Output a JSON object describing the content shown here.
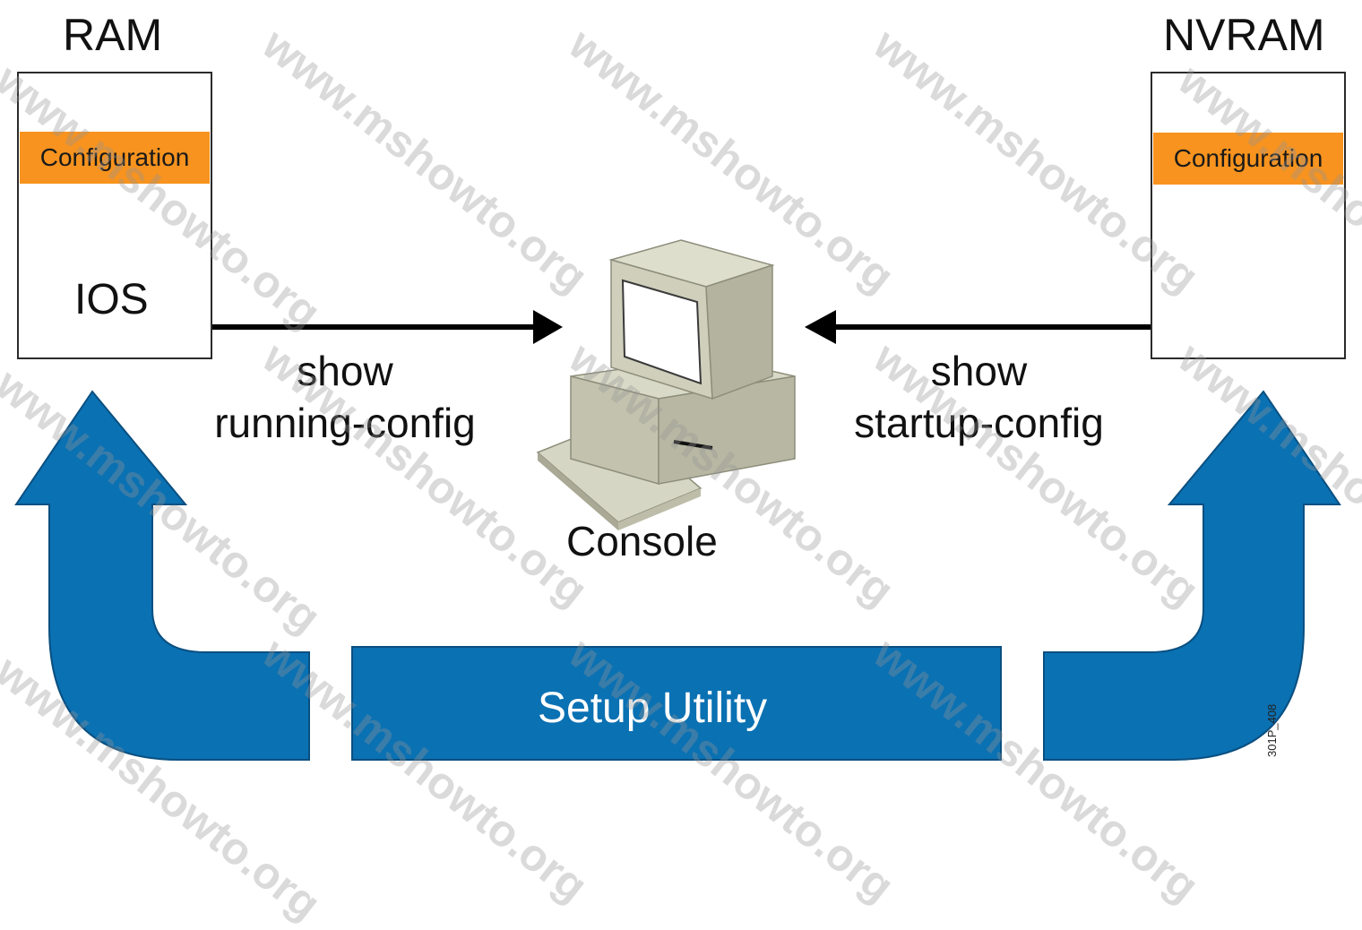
{
  "ram": {
    "title": "RAM",
    "config_label": "Configuration",
    "ios_label": "IOS"
  },
  "nvram": {
    "title": "NVRAM",
    "config_label": "Configuration"
  },
  "commands": {
    "running_line1": "show",
    "running_line2": "running-config",
    "startup_line1": "show",
    "startup_line2": "startup-config"
  },
  "console": {
    "label": "Console"
  },
  "setup": {
    "label": "Setup Utility"
  },
  "figure_id": "301P_408",
  "watermark": "www.mshowto.org",
  "colors": {
    "config_fill": "#f7931e",
    "setup_blue": "#0a71b3",
    "computer_beige": "#c9c9b6"
  }
}
